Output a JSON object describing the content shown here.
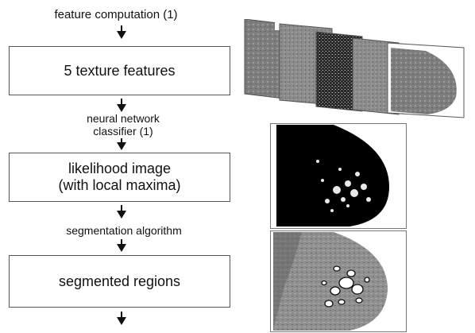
{
  "flow": {
    "step1_label": "feature computation (1)",
    "box1": "5 texture features",
    "step2_label_line1": "neural network",
    "step2_label_line2": "classifier (1)",
    "box2_line1": "likelihood image",
    "box2_line2": "(with local maxima)",
    "step3_label": "segmentation algorithm",
    "box3": "segmented regions"
  },
  "colors": {
    "box_border": "#555555",
    "arrow": "#111111",
    "image_dark": "#000000",
    "image_gray": "#8a8a8a"
  }
}
